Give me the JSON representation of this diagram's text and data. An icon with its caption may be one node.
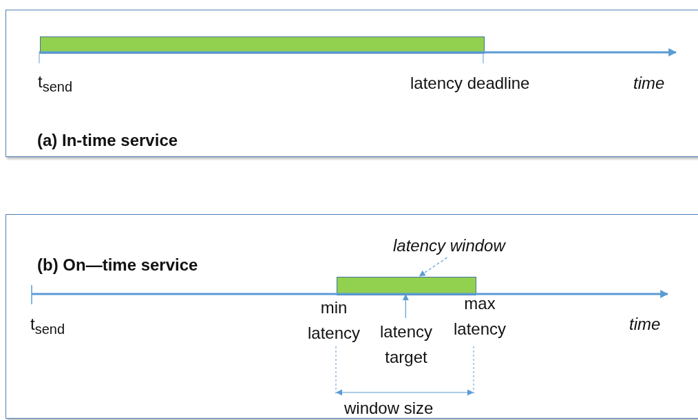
{
  "diagram": {
    "nodes": [
      {
        "text": [
          "(a) In-time service"
        ]
      },
      {
        "text": [],
        "shape": "bar",
        "in": 0
      },
      {
        "text": [
          "(b) On—time service"
        ]
      },
      {
        "text": [
          "latency window"
        ],
        "in": 2
      },
      {
        "text": [],
        "shape": "bar",
        "in": 2
      },
      {
        "text": [
          "latency target"
        ],
        "in": 2
      }
    ],
    "edges": [
      {
        "from": 3,
        "to": 4,
        "arrow": "to",
        "style": "dashed"
      },
      {
        "from": 5,
        "to": 4,
        "arrow": "to"
      }
    ],
    "labels": [
      "t$_{send}$",
      "latency deadline",
      "time",
      "t$_{send}$",
      "min latency",
      "max latency",
      "time",
      "window size"
    ]
  }
}
